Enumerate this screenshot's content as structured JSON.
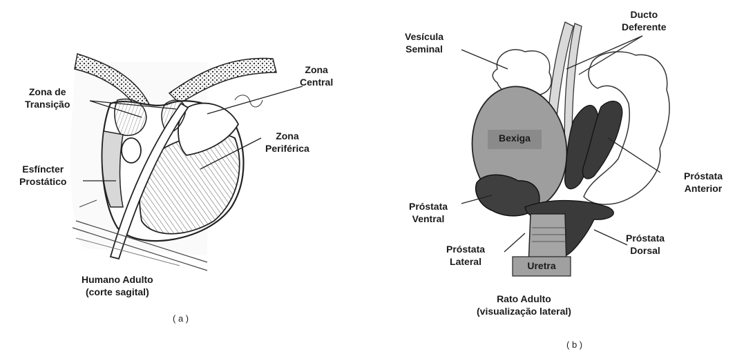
{
  "panel_a": {
    "labels": {
      "zona_transicao": [
        "Zona de",
        "Transição"
      ],
      "zona_central": [
        "Zona",
        "Central"
      ],
      "zona_periferica": [
        "Zona",
        "Periférica"
      ],
      "esfincter": [
        "Esfíncter",
        "Prostático"
      ]
    },
    "caption_title": [
      "Humano Adulto",
      "(corte sagital)"
    ],
    "panel_letter": "( a )"
  },
  "panel_b": {
    "labels": {
      "vesicula": [
        "Vesícula",
        "Seminal"
      ],
      "ducto": [
        "Ducto",
        "Deferente"
      ],
      "bexiga": "Bexiga",
      "prostata_anterior": [
        "Próstata",
        "Anterior"
      ],
      "prostata_ventral": [
        "Próstata",
        "Ventral"
      ],
      "prostata_lateral": [
        "Próstata",
        "Lateral"
      ],
      "prostata_dorsal": [
        "Próstata",
        "Dorsal"
      ],
      "uretra": "Uretra"
    },
    "caption_title": [
      "Rato Adulto",
      "(visualização lateral)"
    ],
    "panel_letter": "( b )"
  }
}
